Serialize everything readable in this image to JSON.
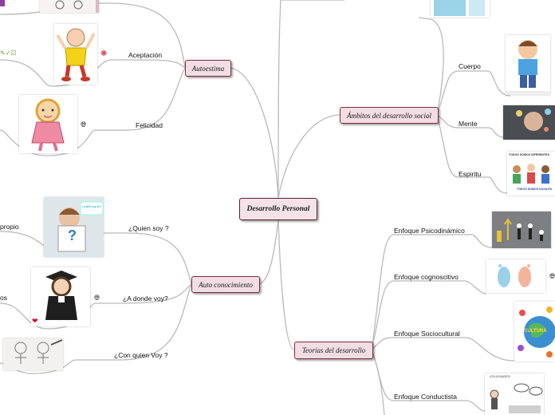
{
  "central": "Desarrollo Personal",
  "topics": {
    "autoestima": "Autoestima",
    "auto_conocimiento": "Auto conocimiento",
    "ambitos": "Ámbitos del desarrollo social",
    "teorias": "Teorías del desarrollo"
  },
  "autoestima_items": [
    "Aceptación",
    "Felicidad"
  ],
  "autoconocimiento_items": [
    "¿Quien soy ?",
    "¿A donde voy?",
    "¿Con quien Voy ?"
  ],
  "left_edge_labels": [
    "propio",
    "os"
  ],
  "ambitos_items": [
    "Cuerpo",
    "Mente",
    "Espiritu"
  ],
  "teorias_items": [
    "Enfoque Psicodinámico",
    "Enfoque cognoscitivo",
    "Enfoque Sociocultural",
    "Enfoque Conductista"
  ],
  "image_texts": {
    "quien_soy_sign": "¿Quién soy yo?",
    "quien_soy_mark": "?",
    "espiritu_banner": "TODOS SOMOS DIFERENTES",
    "espiritu_footer": "TODOS SOMOS IGUALES",
    "sociocultural_word": "CULTURA",
    "conductista_bubble": "¡FELICIDADES!"
  },
  "icons": {
    "aceptacion": "red-asterisk-icon",
    "felicidad": "globe-icon",
    "a_donde_voy": "globe-icon",
    "cognoscitivo": "globe-icon"
  },
  "colors": {
    "topic_fill": "#f1dde3",
    "topic_border": "#7b2a3c",
    "connector": "#b9b9b9"
  }
}
